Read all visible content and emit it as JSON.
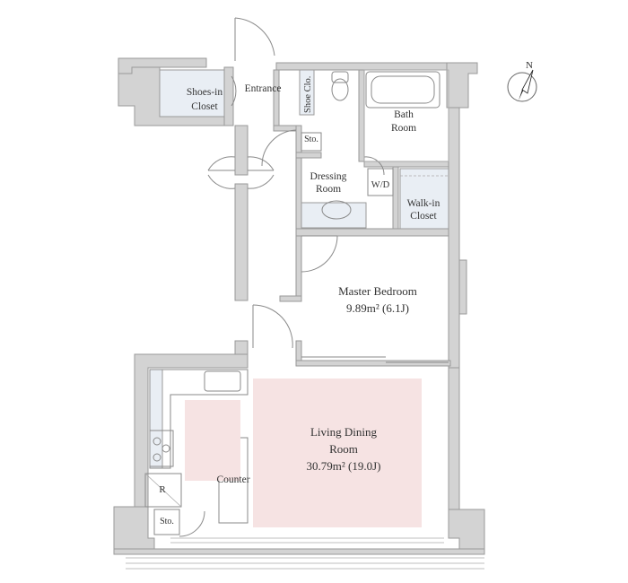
{
  "compass": {
    "north_label": "N"
  },
  "rooms": {
    "shoes_in_closet": [
      "Shoes-in",
      "Closet"
    ],
    "entrance": "Entrance",
    "shoe_closet": "Shoe Clo.",
    "storage_entry": "Sto.",
    "bath_room": [
      "Bath",
      "Room"
    ],
    "dressing_room": [
      "Dressing",
      "Room"
    ],
    "washer": "W/D",
    "walk_in_closet": [
      "Walk-in",
      "Closet"
    ],
    "master_bedroom": {
      "name": "Master Bedroom",
      "area": "9.89m² (6.1J)"
    },
    "living_dining": {
      "name": [
        "Living Dining",
        "Room"
      ],
      "area": "30.79m² (19.0J)"
    },
    "counter": "Counter",
    "refrigerator": "R",
    "storage_kitchen": "Sto."
  },
  "colors": {
    "wall": "#d3d3d3",
    "closet_fill": "#e9eef4",
    "living_highlight": "#f6e3e3"
  }
}
